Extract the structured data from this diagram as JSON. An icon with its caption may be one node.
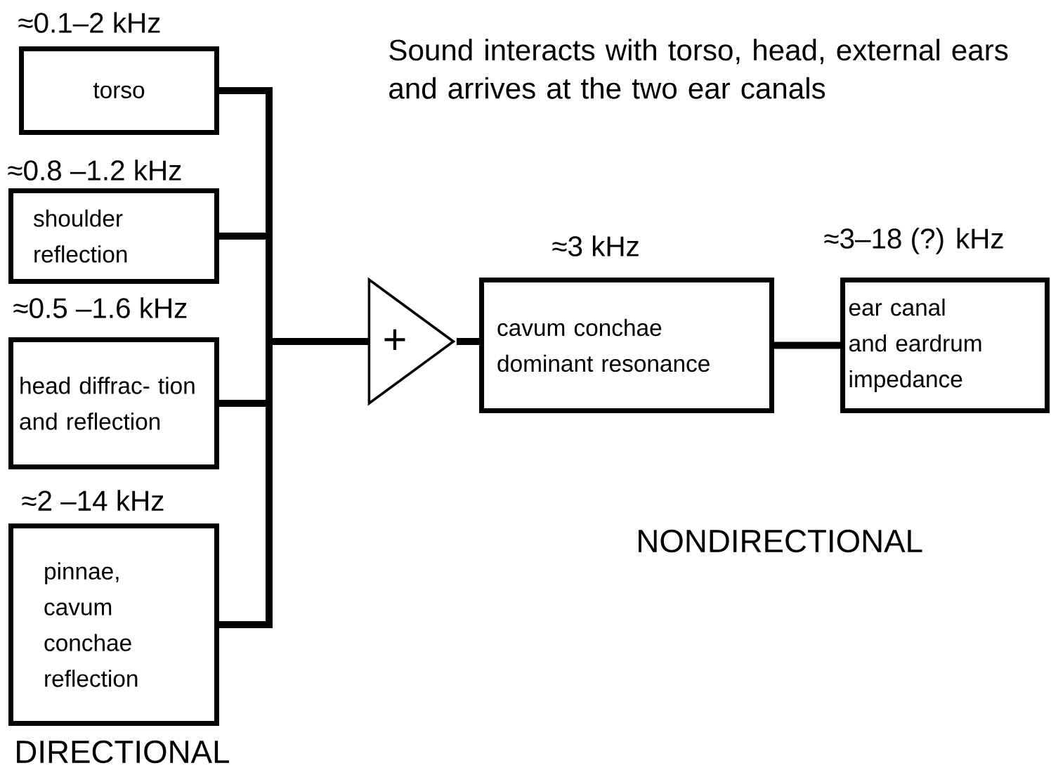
{
  "diagram": {
    "nodes": [
      {
        "text": [
          "torso"
        ],
        "beside": [
          "≈0.1–2 kHz"
        ]
      },
      {
        "text": [
          "shoulder reflection"
        ],
        "beside": [
          "≈0.8 –1.2 kHz"
        ]
      },
      {
        "text": [
          "head diffrac- tion and reflection"
        ],
        "beside": [
          "≈0.5 –1.6 kHz"
        ]
      },
      {
        "text": [
          "pinnae, cavum conchae reflection"
        ],
        "beside": [
          "≈2 –14 kHz"
        ]
      },
      {
        "text": [
          "+"
        ]
      },
      {
        "text": [
          "cavum conchae dominant resonance"
        ],
        "beside": [
          "≈3 kHz"
        ]
      },
      {
        "text": [
          "ear canal and eardrum impedance"
        ],
        "beside": [
          "≈3–18 (?) kHz"
        ]
      }
    ],
    "edges": [
      {
        "from": 0,
        "to": 4,
        "arrow": "none"
      },
      {
        "from": 1,
        "to": 4,
        "arrow": "none"
      },
      {
        "from": 2,
        "to": 4,
        "arrow": "none"
      },
      {
        "from": 3,
        "to": 4,
        "arrow": "none"
      },
      {
        "from": 4,
        "to": 5,
        "arrow": "none"
      },
      {
        "from": 5,
        "to": 6,
        "arrow": "none"
      }
    ],
    "labels": [
      "Sound interacts with torso, head, external ears and arrives at the two ear canals",
      "NONDIRECTIONAL",
      "DIRECTIONAL"
    ]
  }
}
